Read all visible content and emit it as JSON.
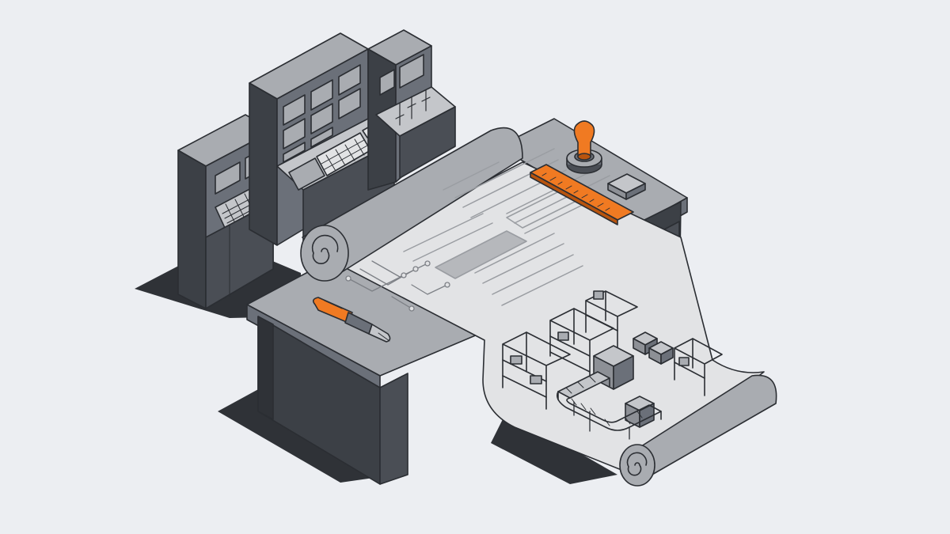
{
  "colors": {
    "background": "#eceef2",
    "outline": "#2b2e33",
    "dark_face": "#4a4e55",
    "mid_face": "#6b7079",
    "top_face": "#a9acb1",
    "light_top": "#c4c6ca",
    "paper": "#e2e3e5",
    "paper_line": "#9a9da2",
    "shadow": "#2f3237",
    "accent": "#f07a22",
    "accent_dark": "#b8540e"
  },
  "objects": {
    "control_consoles": {
      "icon": "industrial-control-panel",
      "count": 3
    },
    "blueprint_scroll": {
      "icon": "rolled-blueprint"
    },
    "fountain_pen": {
      "icon": "fountain-pen",
      "color": "accent"
    },
    "rubber_stamp": {
      "icon": "rubber-stamp",
      "color": "accent"
    },
    "ruler": {
      "icon": "ruler",
      "color": "accent"
    },
    "eraser": {
      "icon": "eraser-block"
    },
    "factory_model": {
      "icon": "factory-floor-model",
      "parts": [
        "storage-racks",
        "conveyor-loop",
        "machine-station",
        "crates"
      ]
    }
  }
}
